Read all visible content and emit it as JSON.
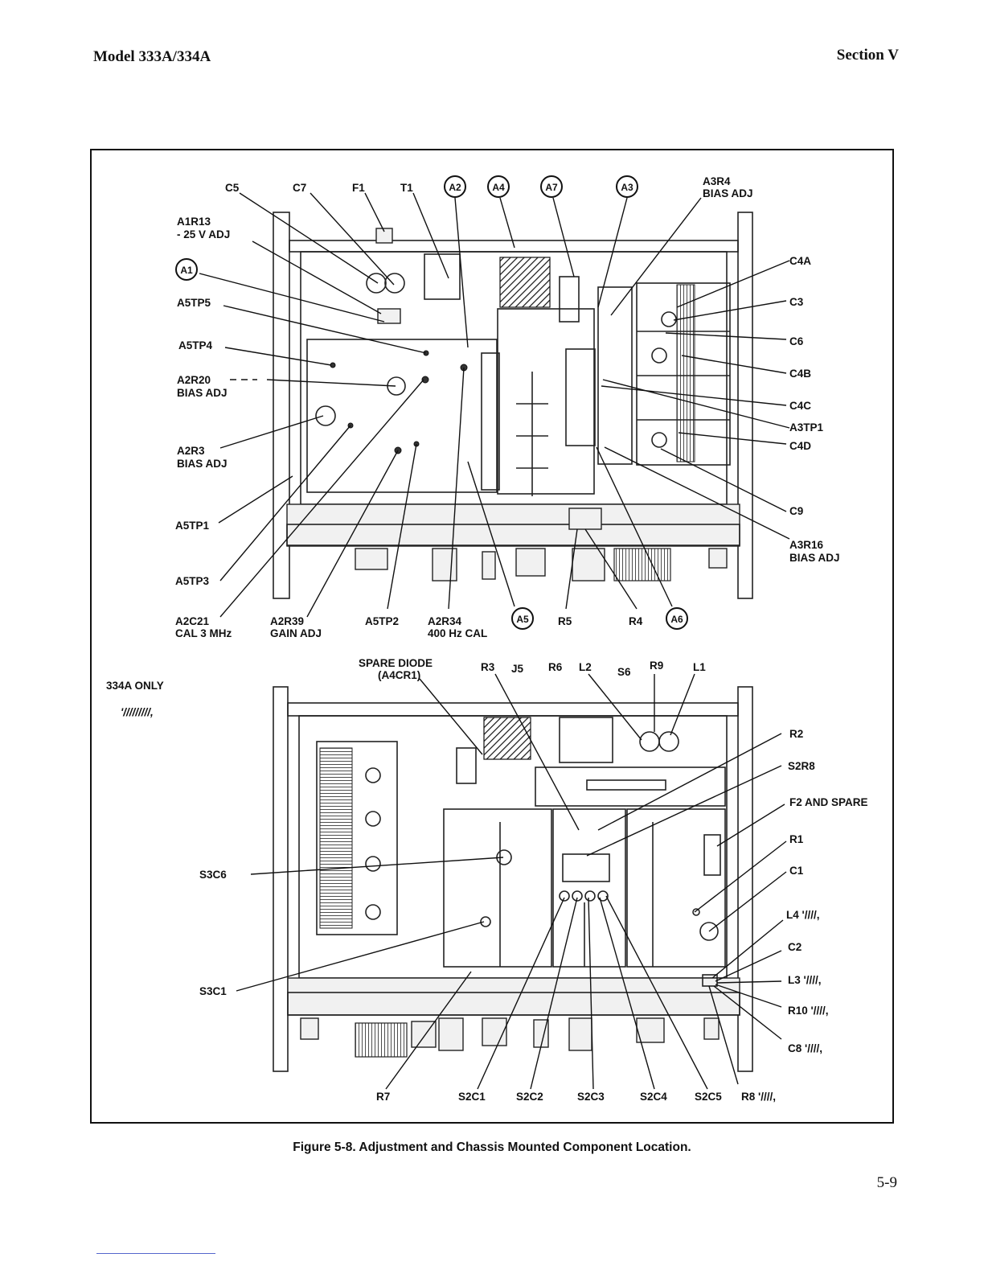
{
  "header": {
    "model": "Model 333A/334A",
    "section": "Section V"
  },
  "figure": {
    "caption": "Figure 5-8. Adjustment and Chassis Mounted Component Location.",
    "page_number": "5-9",
    "note_334A": "334A ONLY",
    "note_hatch": "'/////////,"
  },
  "top_view": {
    "labels": {
      "C5": "C5",
      "C7": "C7",
      "F1": "F1",
      "T1": "T1",
      "A3R4_1": "A3R4",
      "A3R4_2": "BIAS ADJ",
      "A1R13_1": "A1R13",
      "A1R13_2": "- 25 V ADJ",
      "A5TP5": "A5TP5",
      "A5TP4": "A5TP4",
      "A2R20_1": "A2R20",
      "A2R20_2": "BIAS ADJ",
      "A2R3_1": "A2R3",
      "A2R3_2": "BIAS ADJ",
      "A5TP1": "A5TP1",
      "A5TP3": "A5TP3",
      "A2C21_1": "A2C21",
      "A2C21_2": "CAL 3 MHz",
      "A2R39_1": "A2R39",
      "A2R39_2": "GAIN ADJ",
      "A5TP2": "A5TP2",
      "A2R34_1": "A2R34",
      "A2R34_2": "400 Hz CAL",
      "R5": "R5",
      "R4": "R4",
      "C4A": "C4A",
      "C3": "C3",
      "C6": "C6",
      "C4B": "C4B",
      "C4C": "C4C",
      "A3TP1": "A3TP1",
      "C4D": "C4D",
      "C9": "C9",
      "A3R16_1": "A3R16",
      "A3R16_2": "BIAS ADJ"
    },
    "badges": {
      "A1": "A1",
      "A2": "A2",
      "A3": "A3",
      "A4": "A4",
      "A5": "A5",
      "A6": "A6",
      "A7": "A7"
    }
  },
  "bottom_view": {
    "labels": {
      "SPARE_1": "SPARE DIODE",
      "SPARE_2": "(A4CR1)",
      "R3": "R3",
      "J5": "J5",
      "R6": "R6",
      "L2": "L2",
      "S6": "S6",
      "R9": "R9",
      "L1": "L1",
      "R2": "R2",
      "S2R8": "S2R8",
      "F2": "F2 AND SPARE",
      "R1": "R1",
      "C1": "C1",
      "L4": "L4 '////,",
      "C2": "C2",
      "L3": "L3 '////,",
      "R10": "R10 '////,",
      "C8": "C8 '////,",
      "S3C6": "S3C6",
      "S3C1": "S3C1",
      "R7": "R7",
      "S2C1": "S2C1",
      "S2C2": "S2C2",
      "S2C3": "S2C3",
      "S2C4": "S2C4",
      "S2C5": "S2C5",
      "R8": "R8 '////,"
    }
  }
}
